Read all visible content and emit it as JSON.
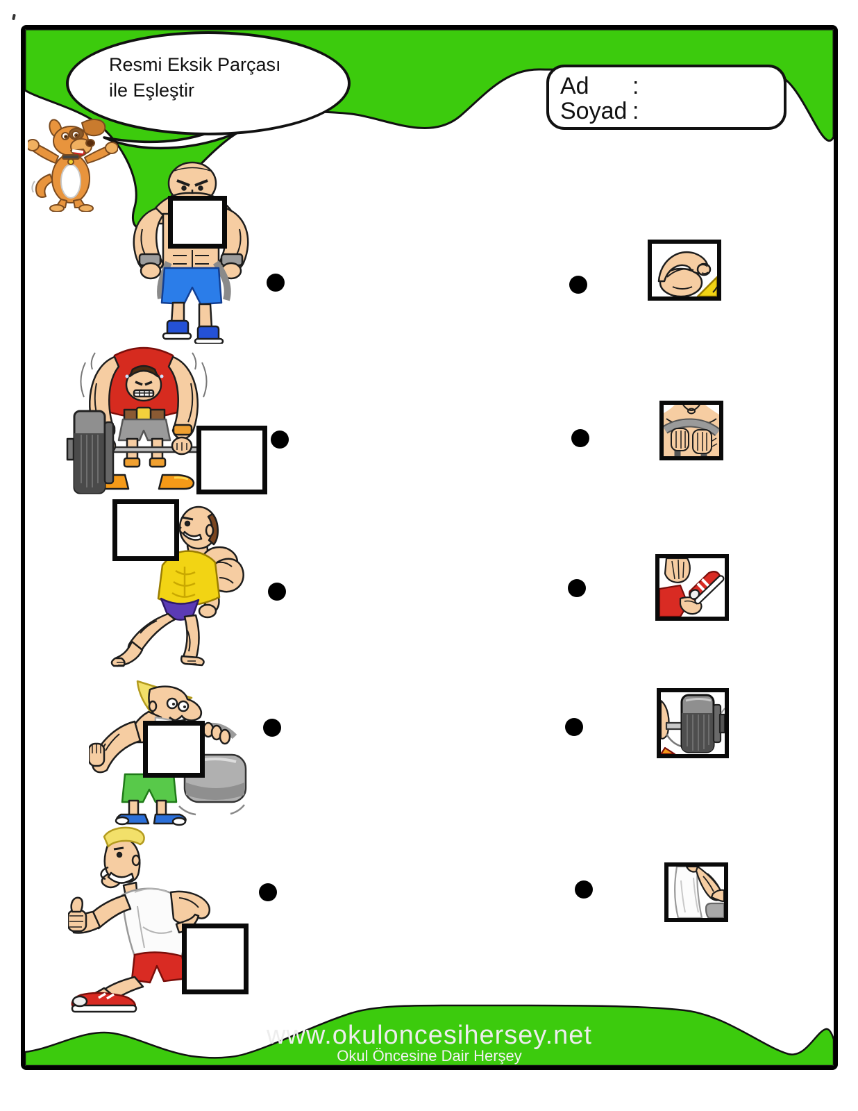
{
  "colors": {
    "accent_green": "#3CCB0D",
    "ink": "#000000",
    "paper": "#FFFFFF",
    "skin_tone": "#F6CDA2",
    "square_border": "#0A0A0A"
  },
  "header": {
    "speech_bubble": {
      "line1": "Resmi Eksik Parçası",
      "line2": "ile Eşleştir"
    },
    "mascot": "cartoon-dog-thumbs-up",
    "name_box": {
      "rows": [
        {
          "label": "Ad",
          "colon": ":"
        },
        {
          "label": "Soyad",
          "colon": ":"
        }
      ]
    }
  },
  "matching": {
    "instruction": "Resmi Eksik Parçası ile Eşleştir",
    "left_figures": [
      {
        "id": 1,
        "art": "bald-bodybuilder-blue-shorts-pulling-strap",
        "missing_area": "chest"
      },
      {
        "id": 2,
        "art": "weightlifter-red-tank-deadlift-barbell",
        "missing_area": "right-end-of-barbell"
      },
      {
        "id": 3,
        "art": "bodybuilder-yellow-tank-purple-briefs-flexing",
        "missing_area": "left-shoulder"
      },
      {
        "id": 4,
        "art": "blond-lifter-green-shorts-kettlebell",
        "missing_area": "arm-gripping-handle"
      },
      {
        "id": 5,
        "art": "blond-athlete-white-tank-red-shorts-thumbs-up",
        "missing_area": "hip-and-leg"
      }
    ],
    "right_pieces": [
      {
        "id": 1,
        "art": "flexed-bicep-arm-with-yellow-strap"
      },
      {
        "id": 2,
        "art": "two-fists-gripping-gray-strap"
      },
      {
        "id": 3,
        "art": "hand-red-shorts-and-red-sneaker"
      },
      {
        "id": 4,
        "art": "gray-barbell-plate-on-bar"
      },
      {
        "id": 5,
        "art": "white-tank-shoulder-arm-kettlebell-corner"
      }
    ]
  },
  "footer": {
    "website": "www.okuloncesihersey.net",
    "tagline": "Okul Öncesine Dair Herşey"
  }
}
